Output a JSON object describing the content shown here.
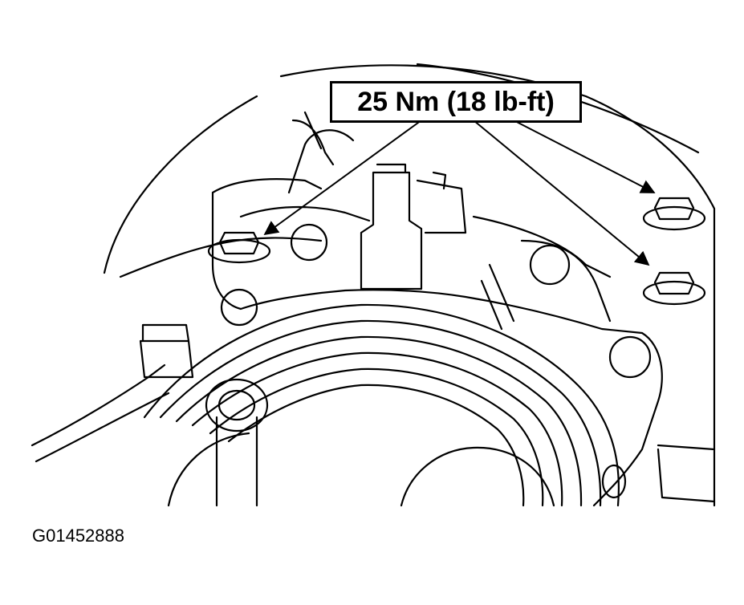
{
  "callout": {
    "torque_label": "25 Nm (18 lb-ft)"
  },
  "figure": {
    "id": "G01452888"
  },
  "colors": {
    "ink": "#000000",
    "paper": "#ffffff"
  },
  "icons": [
    "leader-arrow",
    "flange-bolt",
    "pulley",
    "pump-housing"
  ]
}
